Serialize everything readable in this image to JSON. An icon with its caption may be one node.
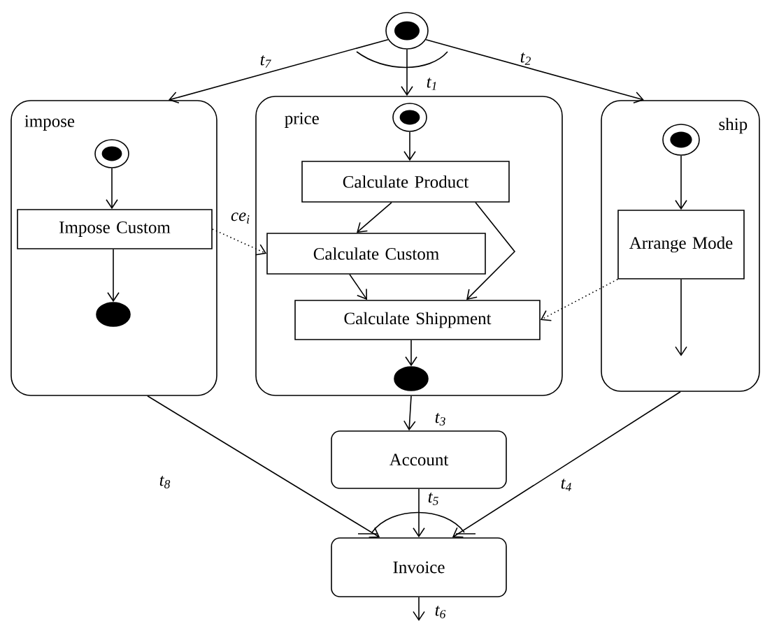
{
  "diagram": {
    "nodes": [
      {
        "text": [],
        "shape": "circle"
      },
      {
        "text": [
          "impose"
        ]
      },
      {
        "text": [
          "price"
        ]
      },
      {
        "text": [
          "ship"
        ]
      },
      {
        "text": [],
        "shape": "circle",
        "in": 1
      },
      {
        "text": [
          "Impose Custom"
        ],
        "in": 1
      },
      {
        "text": [],
        "shape": "ellipse",
        "in": 1
      },
      {
        "text": [],
        "shape": "circle",
        "in": 2
      },
      {
        "text": [
          "Calculate Product"
        ],
        "in": 2
      },
      {
        "text": [
          "Calculate Custom"
        ],
        "in": 2
      },
      {
        "text": [
          "Calculate Shippment"
        ],
        "in": 2
      },
      {
        "text": [],
        "shape": "ellipse",
        "in": 2
      },
      {
        "text": [],
        "shape": "circle",
        "in": 3
      },
      {
        "text": [
          "Arrange Mode"
        ],
        "in": 3
      },
      {
        "text": [
          "Account"
        ]
      },
      {
        "text": [
          "Invoice"
        ]
      }
    ],
    "edges": [
      {
        "from": 0,
        "to": 1,
        "arrow": "to",
        "label": "t$_{7}$"
      },
      {
        "from": 0,
        "to": 2,
        "arrow": "to",
        "label": "t$_{1}$"
      },
      {
        "from": 0,
        "to": 3,
        "arrow": "to",
        "label": "t$_{2}$"
      },
      {
        "from": 4,
        "to": 5,
        "arrow": "to"
      },
      {
        "from": 5,
        "to": 6,
        "arrow": "to"
      },
      {
        "from": 7,
        "to": 8,
        "arrow": "to"
      },
      {
        "from": 8,
        "to": 9,
        "arrow": "to"
      },
      {
        "from": 8,
        "to": 10,
        "arrow": "to"
      },
      {
        "from": 9,
        "to": 10,
        "arrow": "to"
      },
      {
        "from": 10,
        "to": 11,
        "arrow": "to"
      },
      {
        "from": 12,
        "to": 13,
        "arrow": "to"
      },
      {
        "from": 13,
        "to": null,
        "arrow": "to"
      },
      {
        "from": 5,
        "to": 9,
        "arrow": "to",
        "style": "dashed",
        "label": "ce$_{i}$"
      },
      {
        "from": 13,
        "to": 10,
        "arrow": "to",
        "style": "dashed"
      },
      {
        "from": 2,
        "to": 14,
        "arrow": "to",
        "label": "t$_{3}$"
      },
      {
        "from": 1,
        "to": 15,
        "arrow": "to",
        "label": "t$_{8}$"
      },
      {
        "from": 14,
        "to": 15,
        "arrow": "to",
        "label": "t$_{5}$"
      },
      {
        "from": 3,
        "to": 15,
        "arrow": "to",
        "label": "t$_{4}$"
      },
      {
        "from": 15,
        "to": null,
        "arrow": "to",
        "label": "t$_{6}$"
      }
    ]
  }
}
